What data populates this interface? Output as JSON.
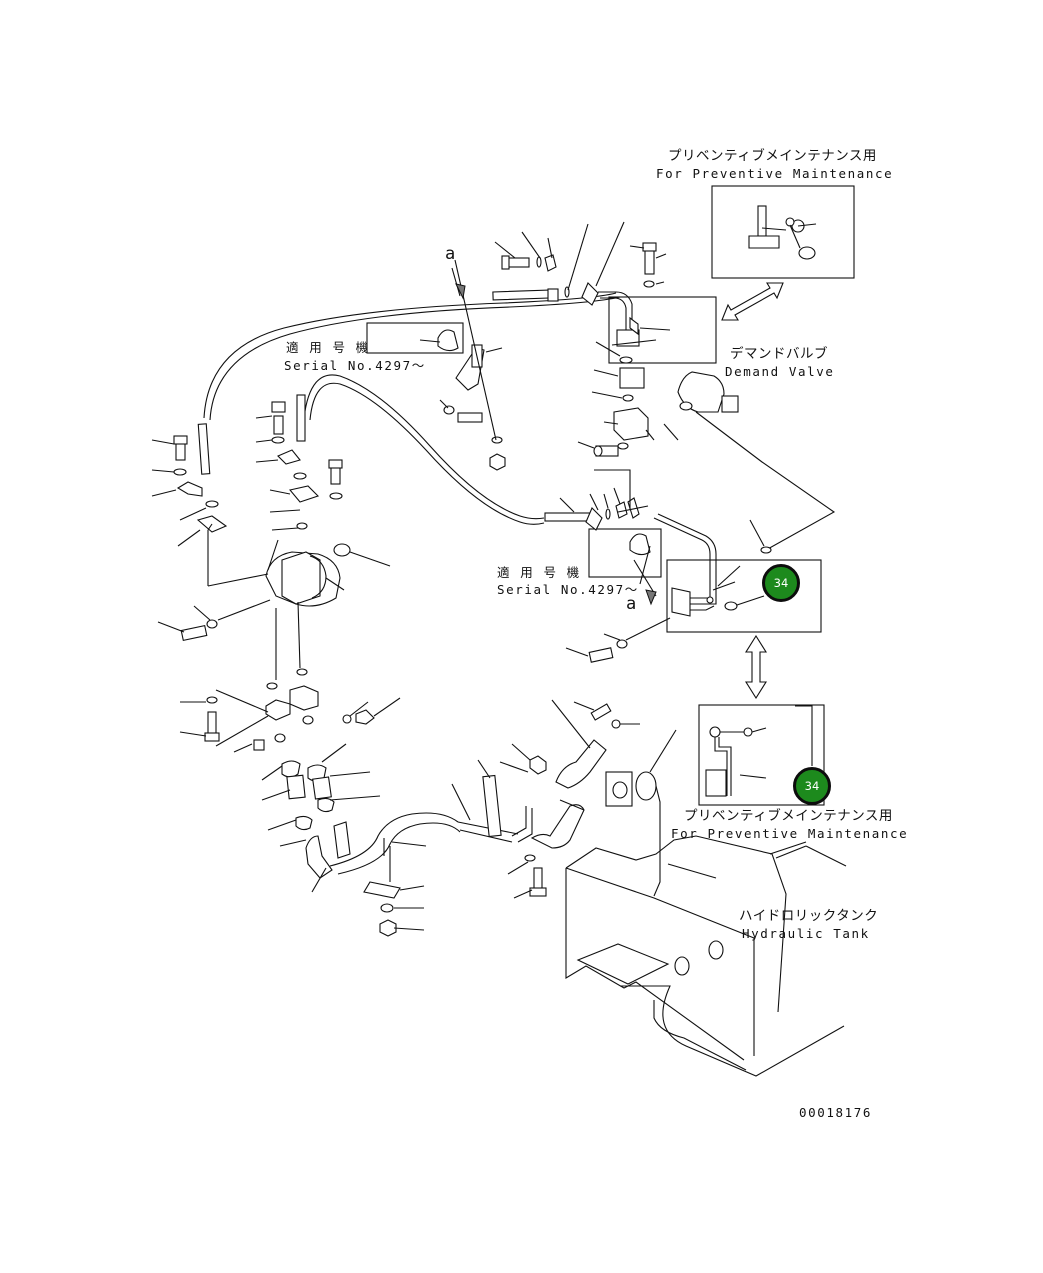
{
  "labels": {
    "pm_jp": "プリベンティブメインテナンス用",
    "pm_en": "For Preventive Maintenance",
    "demand_jp": "デマンドバルブ",
    "demand_en": "Demand Valve",
    "serial_jp": "適 用 号 機",
    "serial_en": "Serial No.4297～",
    "tank_jp": "ハイドロリックタンク",
    "tank_en": "Hydraulic Tank",
    "ref_a": "a",
    "drawing_no": "00018176"
  },
  "callouts": [
    {
      "value": "34"
    },
    {
      "value": "34"
    }
  ],
  "colors": {
    "callout_fill": "#1d8a1d",
    "line": "#111111"
  }
}
